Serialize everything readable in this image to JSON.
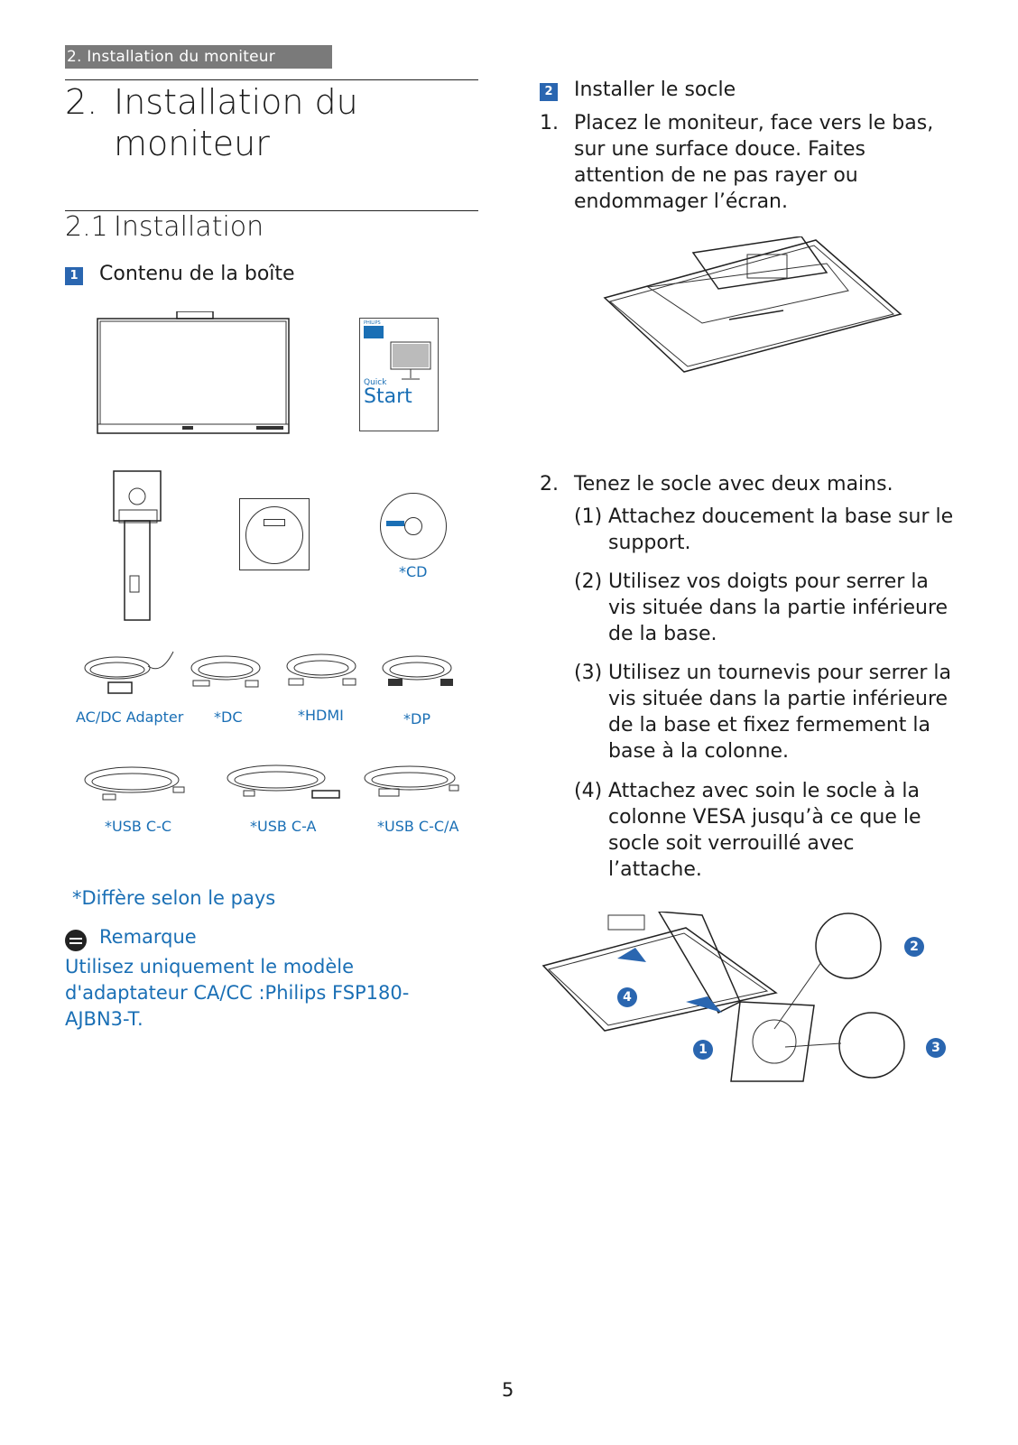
{
  "header_tab": "2. Installation du moniteur",
  "chapter": {
    "number": "2.",
    "title": "Installation du moniteur"
  },
  "section": {
    "number": "2.1",
    "title": "Installation"
  },
  "box_contents": {
    "badge": "1",
    "heading": "Contenu de la boîte",
    "quick_start": {
      "brand": "PHILIPS",
      "small": "Quick",
      "big": "Start"
    },
    "cd_label": "*CD",
    "cables_row1": [
      "AC/DC Adapter",
      "*DC",
      "*HDMI",
      "*DP"
    ],
    "cables_row2": [
      "*USB C-C",
      "*USB C-A",
      "*USB C-C/A"
    ],
    "country_note": "*Diffère selon le pays",
    "remark_title": "Remarque",
    "remark_text": "Utilisez uniquement le modèle d'adaptateur CA/CC :Philips FSP180-AJBN3-T."
  },
  "install_base": {
    "badge": "2",
    "heading": "Installer le socle",
    "step1_num": "1.",
    "step1_text": "Placez le moniteur, face vers le bas, sur une surface douce. Faites attention de ne pas rayer ou endommager l’écran.",
    "step2_num": "2.",
    "step2_text": "Tenez le socle avec deux mains.",
    "substeps": [
      {
        "num": "(1)",
        "text": "Attachez doucement la base sur le support."
      },
      {
        "num": "(2)",
        "text": "Utilisez vos doigts pour serrer la vis située dans la partie inférieure de la base."
      },
      {
        "num": "(3)",
        "text": "Utilisez un tournevis pour serrer la vis située dans la partie inférieure de la base et fixez fermement la base à la colonne."
      },
      {
        "num": "(4)",
        "text": "Attachez avec soin le socle à la colonne VESA jusqu’à ce que le socle soit verrouillé avec l’attache."
      }
    ],
    "callouts": [
      "1",
      "2",
      "3",
      "4"
    ]
  },
  "page_number": "5"
}
